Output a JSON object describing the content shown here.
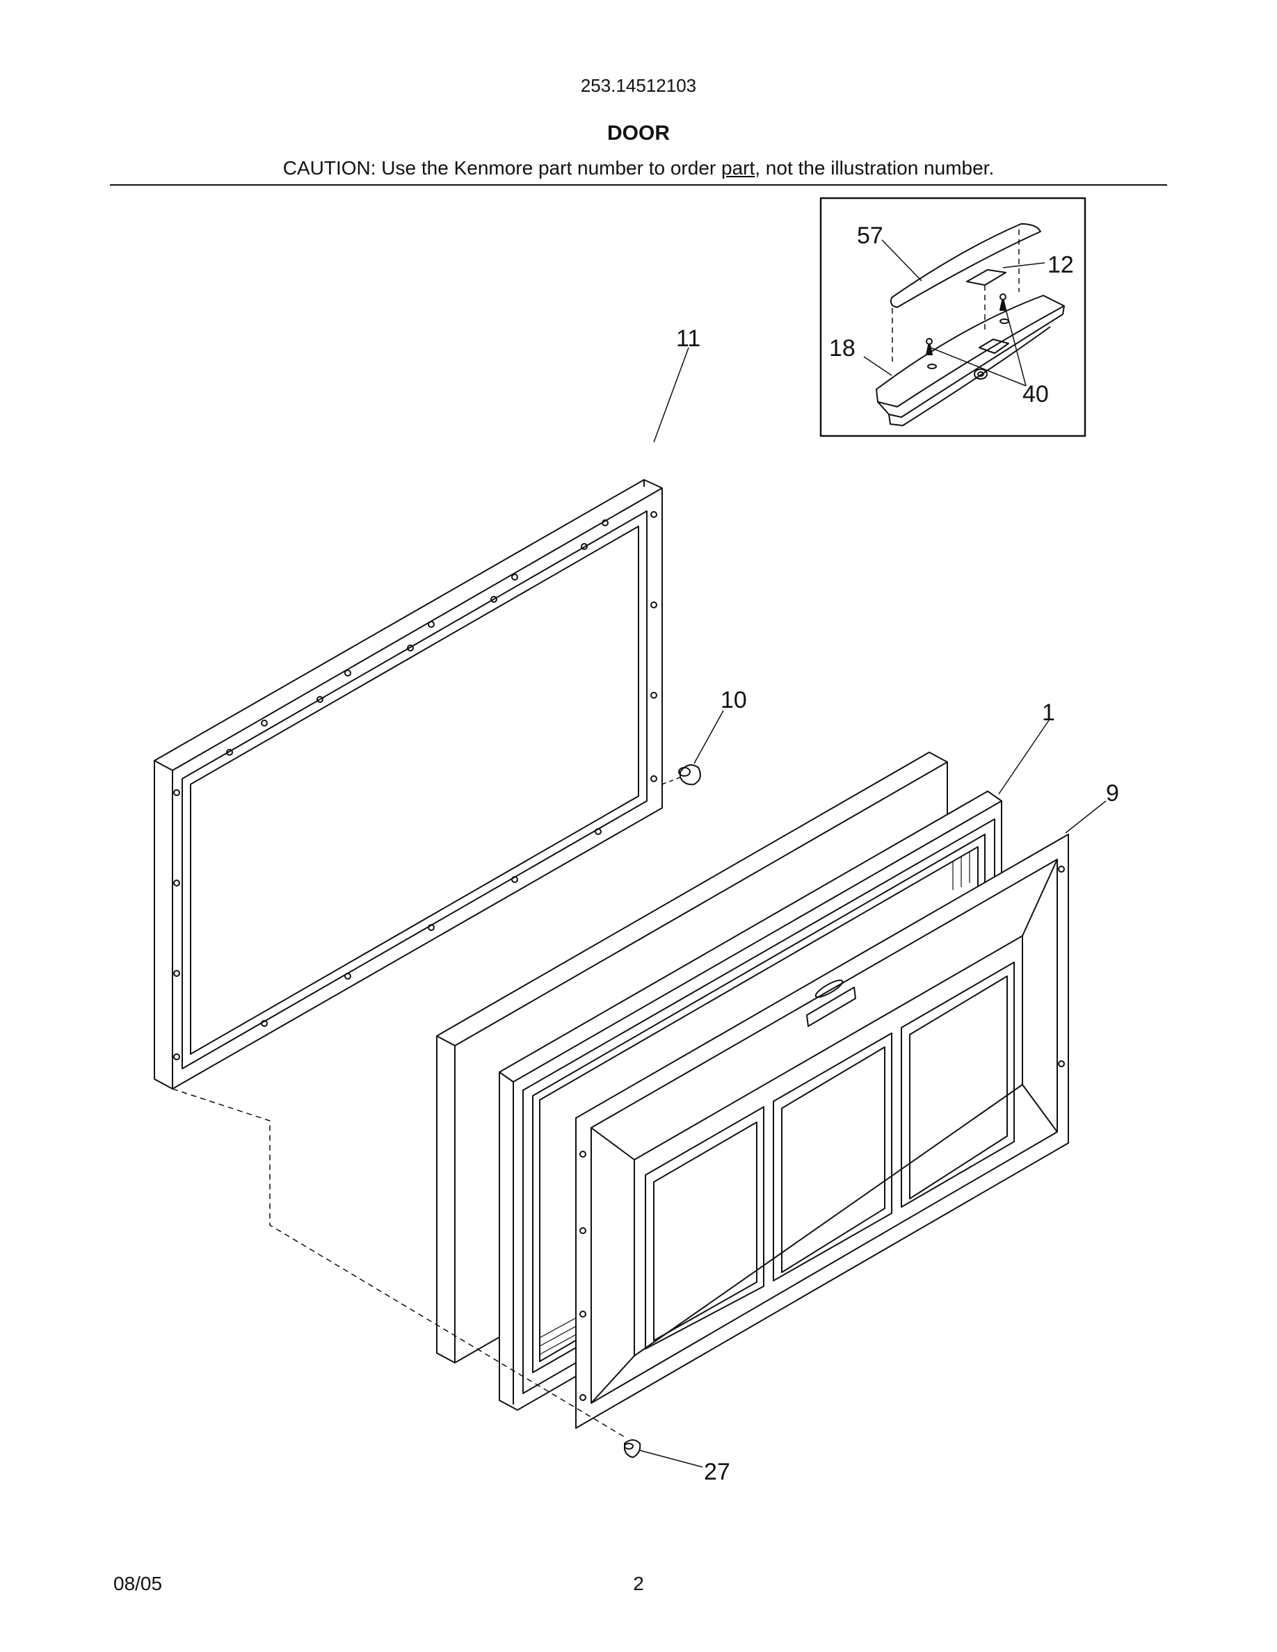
{
  "header": {
    "model_number": "253.14512103",
    "section_title": "DOOR",
    "caution_before": "CAUTION: Use the Kenmore part number to order ",
    "caution_underlined": "part",
    "caution_after": ", not the illustration number."
  },
  "callouts": {
    "inset_handle_cap": "57",
    "inset_label": "12",
    "inset_handle": "18",
    "inset_screws": "40",
    "liner": "11",
    "plug_top": "10",
    "gasket_frame": "1",
    "door_panel": "9",
    "plug_bottom": "27"
  },
  "footer": {
    "date": "08/05",
    "page": "2"
  }
}
